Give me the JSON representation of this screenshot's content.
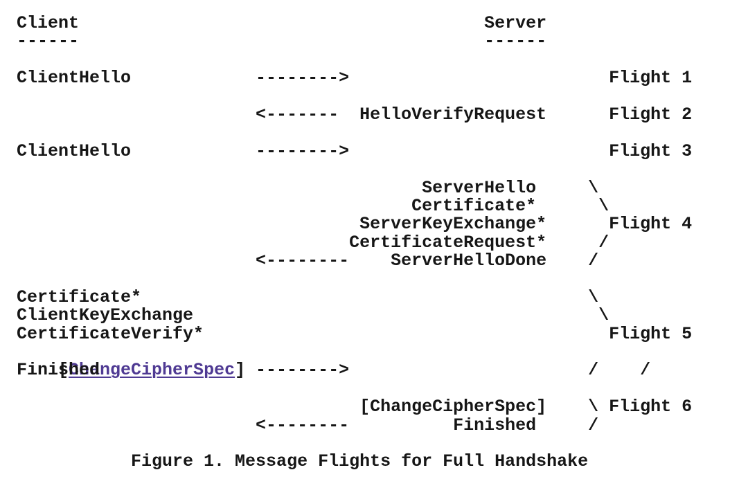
{
  "colors": {
    "background": "#ffffff",
    "text": "#161616",
    "link": "#4f3a93"
  },
  "diagram": {
    "client_label": "Client",
    "server_label": "Server",
    "caption": "Figure 1. Message Flights for Full Handshake",
    "flight_labels": [
      "Flight 1",
      "Flight 2",
      "Flight 3",
      "Flight 4",
      "Flight 5",
      "Flight 6"
    ],
    "lines": [
      {
        "t": "Client                                       Server"
      },
      {
        "t": "------                                       ------"
      },
      {
        "t": ""
      },
      {
        "t": "ClientHello            -------->                         Flight 1"
      },
      {
        "t": ""
      },
      {
        "t": "                       <-------  HelloVerifyRequest      Flight 2"
      },
      {
        "t": ""
      },
      {
        "t": "ClientHello            -------->                         Flight 3"
      },
      {
        "t": ""
      },
      {
        "t": "                                       ServerHello     \\"
      },
      {
        "t": "                                      Certificate*      \\"
      },
      {
        "t": "                                 ServerKeyExchange*      Flight 4"
      },
      {
        "t": "                                CertificateRequest*     /"
      },
      {
        "t": "                       <--------    ServerHelloDone    /"
      },
      {
        "t": ""
      },
      {
        "t": "Certificate*                                           \\"
      },
      {
        "t": "ClientKeyExchange                                       \\"
      },
      {
        "t": "CertificateVerify*                                       Flight 5"
      },
      {
        "pre": "[",
        "link": "ChangeCipherSpec",
        "tail": "]                                      /"
      },
      {
        "t": "Finished               -------->                       /"
      },
      {
        "t": ""
      },
      {
        "t": "                                 [ChangeCipherSpec]    \\ Flight 6"
      },
      {
        "t": "                       <--------          Finished     /"
      },
      {
        "t": ""
      },
      {
        "t": "           Figure 1. Message Flights for Full Handshake"
      }
    ]
  }
}
